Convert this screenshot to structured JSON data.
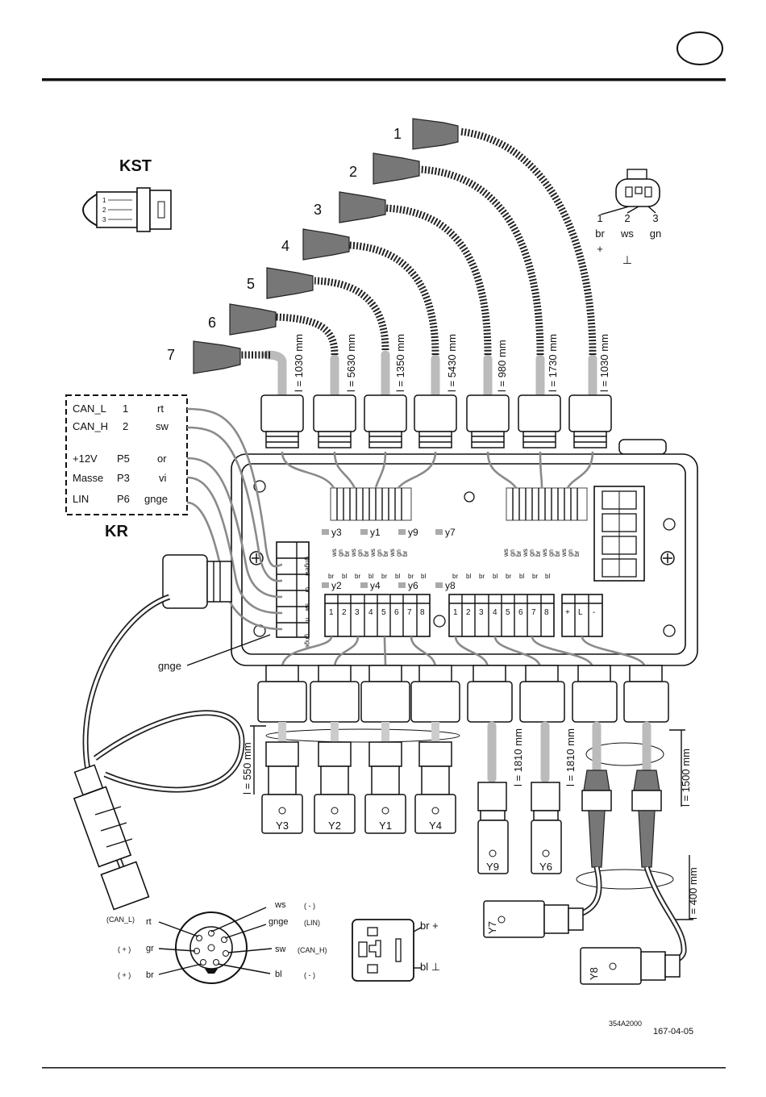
{
  "header": {
    "circle_label": ""
  },
  "kst": {
    "label": "KST",
    "pins": [
      "1",
      "2",
      "3"
    ]
  },
  "sensor_connector": {
    "pins": [
      {
        "num": "1",
        "color": "br",
        "sign": "+"
      },
      {
        "num": "2",
        "color": "ws",
        "sign": "⊥"
      },
      {
        "num": "3",
        "color": "gn",
        "sign": ""
      }
    ]
  },
  "cables_top": [
    {
      "num": "1",
      "length": "l = 1030 mm"
    },
    {
      "num": "2",
      "length": "l = 1730 mm"
    },
    {
      "num": "3",
      "length": "l = 980 mm"
    },
    {
      "num": "4",
      "length": "l = 5430 mm"
    },
    {
      "num": "5",
      "length": "l = 1350 mm"
    },
    {
      "num": "6",
      "length": "l = 5630 mm"
    },
    {
      "num": "7",
      "length": "l = 1030 mm"
    }
  ],
  "kr": {
    "label": "KR",
    "rows": [
      {
        "signal": "CAN_L",
        "pin": "1",
        "color": "rt"
      },
      {
        "signal": "CAN_H",
        "pin": "2",
        "color": "sw"
      },
      {
        "signal": "+12V",
        "pin": "P5",
        "color": "or"
      },
      {
        "signal": "Masse",
        "pin": "P3",
        "color": "vi"
      },
      {
        "signal": "LIN",
        "pin": "P6",
        "color": "gnge"
      }
    ]
  },
  "board": {
    "terminal_left": [
      "gnge",
      "vi",
      "or",
      "sw",
      "rt",
      "gnge"
    ],
    "leds_top": [
      "y3",
      "y1",
      "y9",
      "y7"
    ],
    "leds_mid": [
      "y2",
      "y4",
      "y6",
      "y8"
    ],
    "wire_colors_a": [
      "ws",
      "gn",
      "br",
      "ws",
      "gn",
      "br",
      "ws",
      "gn",
      "br",
      "ws",
      "gn",
      "br"
    ],
    "wire_colors_b": [
      "ws",
      "gn",
      "br",
      "ws",
      "gn",
      "br",
      "ws",
      "gn",
      "br",
      "ws",
      "gn",
      "br"
    ],
    "brbl_labels": [
      "br",
      "bl",
      "br",
      "bl",
      "br",
      "bl",
      "br",
      "bl"
    ],
    "terminal_numbers": [
      "1",
      "2",
      "3",
      "4",
      "5",
      "6",
      "7",
      "8"
    ],
    "power_terminals": [
      "+",
      "L",
      "-"
    ],
    "gnge_label": "gnge"
  },
  "bottom": {
    "length_550": "l = 550 mm",
    "length_1810a": "l = 1810 mm",
    "length_1810b": "l = 1810 mm",
    "length_1500": "l = 1500 mm",
    "length_400": "l = 400 mm",
    "valves_left": [
      "Y3",
      "Y2",
      "Y1",
      "Y4"
    ],
    "valves_mid": [
      "Y9",
      "Y6"
    ],
    "valves_right": [
      "Y7",
      "Y8"
    ]
  },
  "round_connector": {
    "labels": [
      {
        "text": "ws",
        "code": "( - )"
      },
      {
        "text": "gnge",
        "code": "(LIN)"
      },
      {
        "text": "sw",
        "code": "(CAN_H)"
      },
      {
        "text": "bl",
        "code": "( - )"
      },
      {
        "text": "rt",
        "code": "(CAN_L)"
      },
      {
        "text": "gr",
        "code": "( + )"
      },
      {
        "text": "br",
        "code": "( + )"
      }
    ]
  },
  "valve_plug": {
    "top": "br +",
    "bottom": "bl ⊥"
  },
  "footer": {
    "code": "354A2000",
    "date": "167-04-05"
  }
}
